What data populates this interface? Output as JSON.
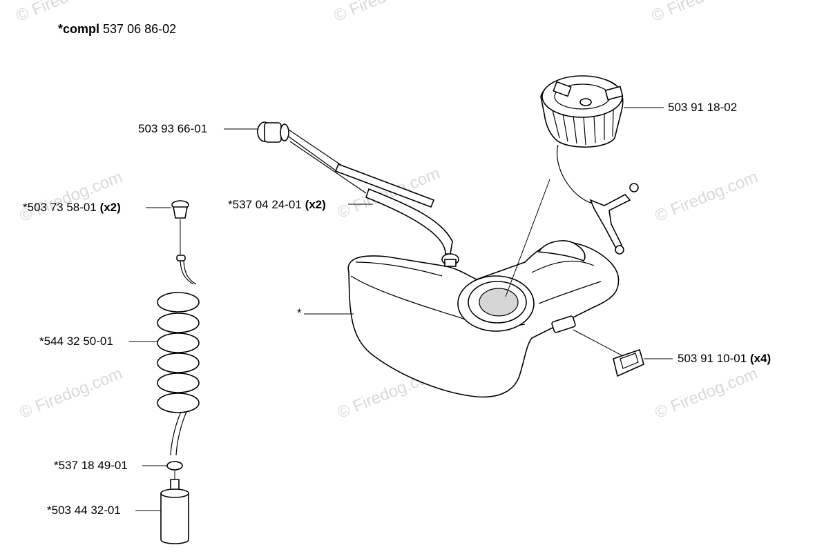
{
  "header": {
    "prefix": "*compl",
    "number": "537 06 86-02"
  },
  "parts": {
    "p1": {
      "number": "503 93 66-01",
      "qty": ""
    },
    "p2": {
      "number": "503 91 18-02",
      "qty": ""
    },
    "p3": {
      "number": "*503 73 58-01",
      "qty": "(x2)"
    },
    "p4": {
      "number": "*537 04 24-01",
      "qty": "(x2)"
    },
    "p5": {
      "number": "*",
      "qty": ""
    },
    "p6": {
      "number": "*544 32 50-01",
      "qty": ""
    },
    "p7": {
      "number": "503 91 10-01",
      "qty": "(x4)"
    },
    "p8": {
      "number": "*537 18 49-01",
      "qty": ""
    },
    "p9": {
      "number": "*503 44 32-01",
      "qty": ""
    }
  },
  "watermark": "© Firedog.com"
}
